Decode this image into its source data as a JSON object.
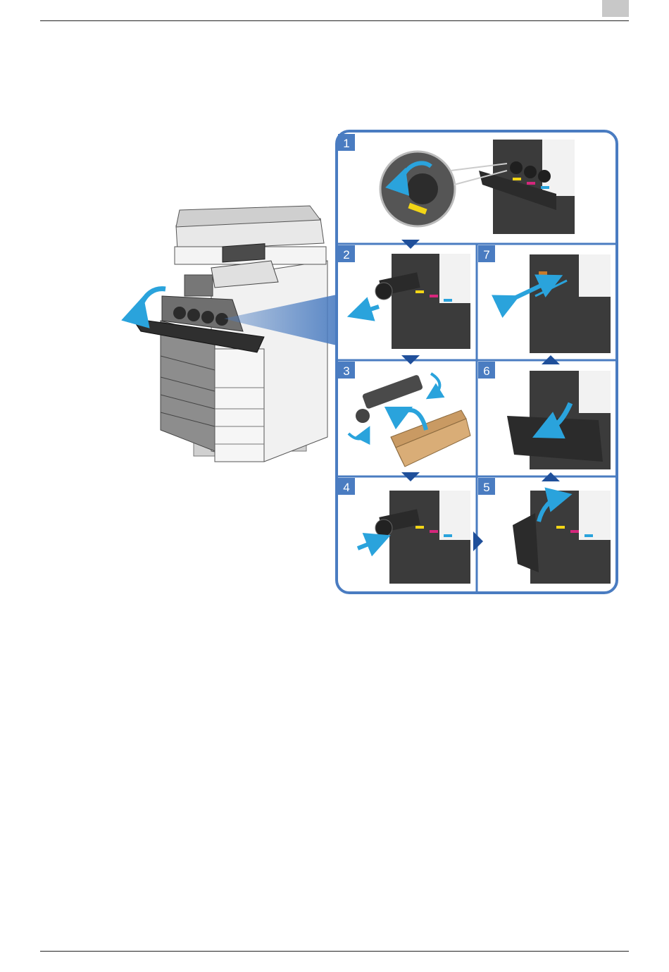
{
  "diagram": {
    "steps": [
      {
        "number": "1"
      },
      {
        "number": "2"
      },
      {
        "number": "3"
      },
      {
        "number": "4"
      },
      {
        "number": "5"
      },
      {
        "number": "6"
      },
      {
        "number": "7"
      }
    ]
  },
  "colors": {
    "frame": "#4a7cc1",
    "arrow": "#1f4f9a",
    "action_arrow": "#2aa3dc",
    "toner_yellow": "#f2d516",
    "toner_magenta": "#d6267c",
    "toner_cyan": "#2aa3dc",
    "box": "#c99a63"
  }
}
